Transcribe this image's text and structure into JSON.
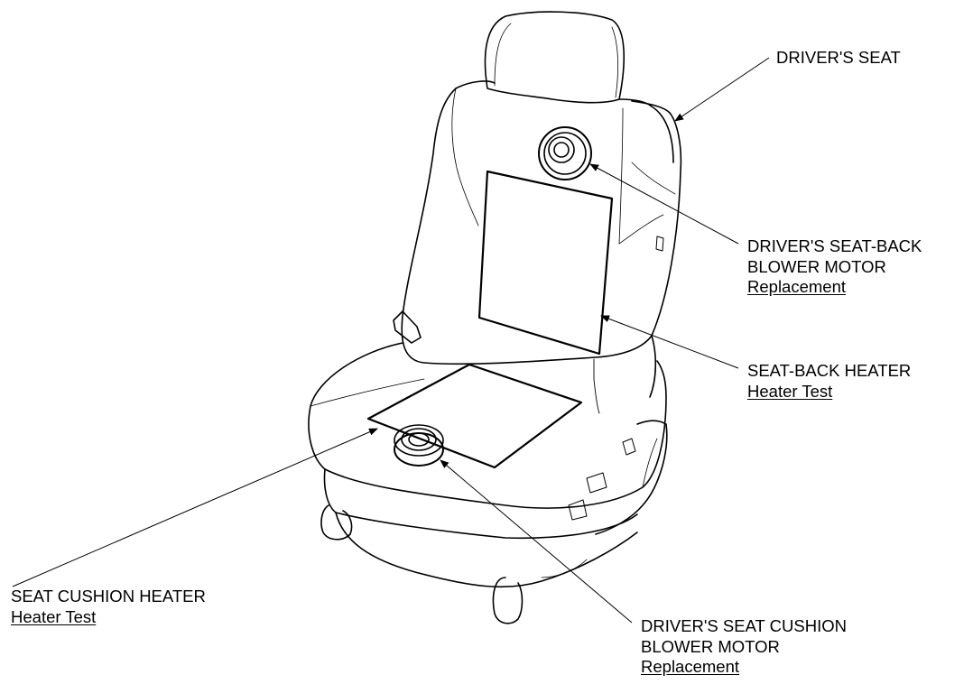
{
  "callouts": {
    "drivers_seat": {
      "line1": "DRIVER'S SEAT"
    },
    "seatback_blower": {
      "line1": "DRIVER'S SEAT-BACK",
      "line2": "BLOWER MOTOR",
      "link": "Replacement"
    },
    "seatback_heater": {
      "line1": "SEAT-BACK HEATER",
      "link": "Heater Test"
    },
    "cushion_heater": {
      "line1": "SEAT CUSHION HEATER",
      "link": "Heater Test"
    },
    "cushion_blower": {
      "line1": "DRIVER'S SEAT CUSHION",
      "line2": "BLOWER MOTOR",
      "link": "Replacement"
    }
  },
  "colors": {
    "line": "#000000",
    "background": "#ffffff"
  }
}
